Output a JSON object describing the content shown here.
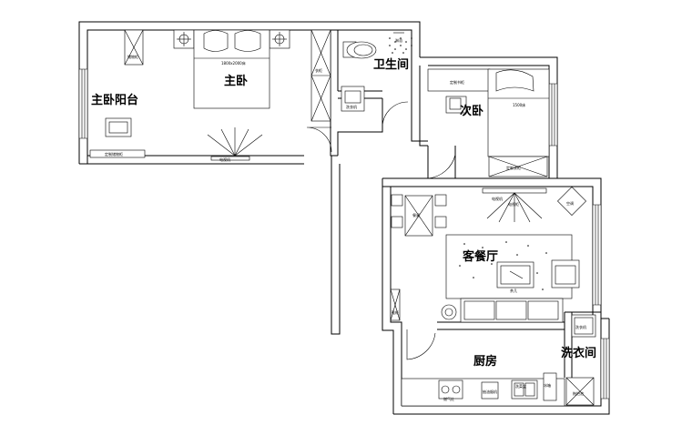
{
  "rooms": {
    "master_balcony": "主卧阳台",
    "master_bedroom": "主卧",
    "bathroom": "卫生间",
    "second_bedroom": "次卧",
    "living_dining": "客餐厅",
    "laundry": "洗衣间",
    "kitchen": "厨房"
  }
}
